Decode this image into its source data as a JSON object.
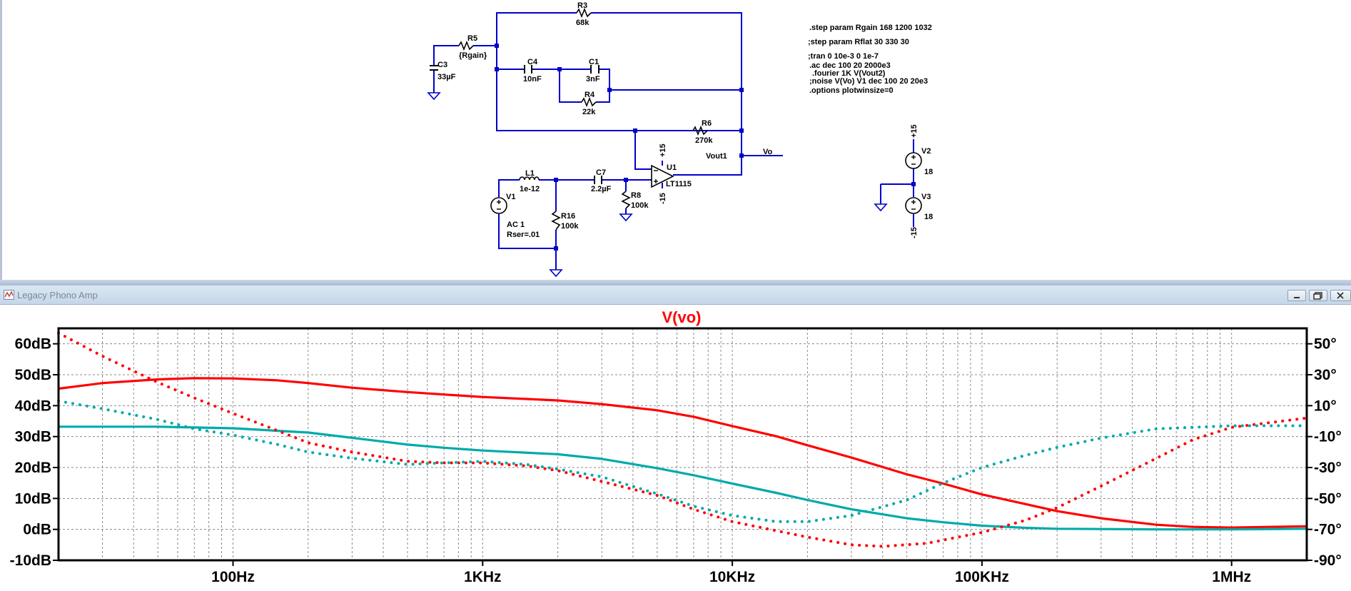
{
  "window": {
    "title": "Legacy Phono Amp"
  },
  "schematic": {
    "components": [
      {
        "ref": "R3",
        "value": "68k"
      },
      {
        "ref": "R5",
        "value": "{Rgain}"
      },
      {
        "ref": "C3",
        "value": "33µF"
      },
      {
        "ref": "C4",
        "value": "10nF"
      },
      {
        "ref": "C1",
        "value": "3nF"
      },
      {
        "ref": "R4",
        "value": "22k"
      },
      {
        "ref": "R6",
        "value": "270k"
      },
      {
        "ref": "L1",
        "value": "1e-12"
      },
      {
        "ref": "C7",
        "value": "2.2µF"
      },
      {
        "ref": "R8",
        "value": "100k"
      },
      {
        "ref": "R16",
        "value": "100k"
      },
      {
        "ref": "V1",
        "value": "AC 1"
      },
      {
        "ref": "U1",
        "value": "LT1115"
      },
      {
        "ref": "V2",
        "value": "18"
      },
      {
        "ref": "V3",
        "value": "18"
      }
    ],
    "v1_rser": "Rser=.01",
    "net_labels": [
      "Vout1",
      "Vo"
    ],
    "supply_labels": {
      "pos": "+15",
      "neg": "-15"
    },
    "directives": [
      ".step param Rgain 168 1200 1032",
      ";step param Rflat 30 330 30",
      ";tran 0 10e-3 0 1e-7",
      ".ac dec 100 20 2000e3",
      ".fourier 1K V(Vout2)",
      ";noise V(Vo) V1 dec 100 20 20e3",
      ".options plotwinsize=0"
    ]
  },
  "chart_data": {
    "type": "line",
    "title": "V(vo)",
    "title_color": "#ff0000",
    "x_scale": "log",
    "xlim": [
      20,
      2000000
    ],
    "x_ticks": [
      {
        "v": 100,
        "label": "100Hz"
      },
      {
        "v": 1000,
        "label": "1KHz"
      },
      {
        "v": 10000,
        "label": "10KHz"
      },
      {
        "v": 100000,
        "label": "100KHz"
      },
      {
        "v": 1000000,
        "label": "1MHz"
      }
    ],
    "ylim": [
      -10,
      65
    ],
    "y_ticks": [
      {
        "v": 60,
        "label": "60dB"
      },
      {
        "v": 50,
        "label": "50dB"
      },
      {
        "v": 40,
        "label": "40dB"
      },
      {
        "v": 30,
        "label": "30dB"
      },
      {
        "v": 20,
        "label": "20dB"
      },
      {
        "v": 10,
        "label": "10dB"
      },
      {
        "v": 0,
        "label": "0dB"
      },
      {
        "v": -10,
        "label": "-10dB"
      }
    ],
    "y2lim": [
      -90,
      60
    ],
    "y2_ticks": [
      {
        "v": 50,
        "label": "50°"
      },
      {
        "v": 30,
        "label": "30°"
      },
      {
        "v": 10,
        "label": "10°"
      },
      {
        "v": -10,
        "label": "-10°"
      },
      {
        "v": -30,
        "label": "-30°"
      },
      {
        "v": -50,
        "label": "-50°"
      },
      {
        "v": -70,
        "label": "-70°"
      },
      {
        "v": -90,
        "label": "-90°"
      }
    ],
    "grid": true,
    "series": [
      {
        "color": "#ff0000",
        "kind": "magnitude",
        "axis": "left",
        "points": [
          [
            20,
            45.5
          ],
          [
            30,
            47.3
          ],
          [
            50,
            48.5
          ],
          [
            70,
            48.9
          ],
          [
            100,
            48.8
          ],
          [
            150,
            48.2
          ],
          [
            200,
            47.3
          ],
          [
            300,
            45.8
          ],
          [
            500,
            44.4
          ],
          [
            700,
            43.6
          ],
          [
            1000,
            42.8
          ],
          [
            2000,
            41.7
          ],
          [
            3000,
            40.5
          ],
          [
            5000,
            38.5
          ],
          [
            7000,
            36.4
          ],
          [
            10000,
            33.4
          ],
          [
            15000,
            30.1
          ],
          [
            20000,
            27.2
          ],
          [
            30000,
            23.2
          ],
          [
            50000,
            17.8
          ],
          [
            70000,
            14.8
          ],
          [
            100000,
            11.3
          ],
          [
            200000,
            5.9
          ],
          [
            300000,
            3.6
          ],
          [
            500000,
            1.5
          ],
          [
            700000,
            0.8
          ],
          [
            1000000,
            0.6
          ],
          [
            2000000,
            1.0
          ]
        ]
      },
      {
        "color": "#00aaaa",
        "kind": "magnitude",
        "axis": "left",
        "points": [
          [
            20,
            33.2
          ],
          [
            50,
            33.2
          ],
          [
            100,
            32.7
          ],
          [
            200,
            31.3
          ],
          [
            300,
            29.6
          ],
          [
            500,
            27.4
          ],
          [
            700,
            26.4
          ],
          [
            1000,
            25.5
          ],
          [
            2000,
            24.3
          ],
          [
            3000,
            22.8
          ],
          [
            5000,
            19.8
          ],
          [
            7000,
            17.5
          ],
          [
            10000,
            14.8
          ],
          [
            15000,
            11.8
          ],
          [
            20000,
            9.5
          ],
          [
            30000,
            6.5
          ],
          [
            50000,
            3.6
          ],
          [
            70000,
            2.3
          ],
          [
            100000,
            1.2
          ],
          [
            150000,
            0.5
          ],
          [
            200000,
            0.2
          ],
          [
            500000,
            0.0
          ],
          [
            1000000,
            0.0
          ],
          [
            2000000,
            0.2
          ]
        ]
      },
      {
        "color": "#ff0000",
        "kind": "phase",
        "axis": "right",
        "points": [
          [
            20,
            57
          ],
          [
            30,
            42
          ],
          [
            50,
            25
          ],
          [
            70,
            15
          ],
          [
            100,
            5
          ],
          [
            150,
            -6
          ],
          [
            200,
            -14
          ],
          [
            300,
            -20
          ],
          [
            500,
            -26
          ],
          [
            700,
            -27
          ],
          [
            1000,
            -27
          ],
          [
            1500,
            -29
          ],
          [
            2000,
            -32
          ],
          [
            3000,
            -39
          ],
          [
            5000,
            -48
          ],
          [
            7000,
            -57
          ],
          [
            10000,
            -65
          ],
          [
            20000,
            -75
          ],
          [
            30000,
            -80
          ],
          [
            40000,
            -81
          ],
          [
            60000,
            -79
          ],
          [
            100000,
            -72
          ],
          [
            150000,
            -64
          ],
          [
            200000,
            -56
          ],
          [
            300000,
            -42
          ],
          [
            500000,
            -24
          ],
          [
            700000,
            -12
          ],
          [
            1000000,
            -4
          ],
          [
            2000000,
            2
          ]
        ]
      },
      {
        "color": "#00aaaa",
        "kind": "phase",
        "axis": "right",
        "points": [
          [
            20,
            13
          ],
          [
            30,
            8
          ],
          [
            50,
            1
          ],
          [
            70,
            -5
          ],
          [
            100,
            -9
          ],
          [
            150,
            -15
          ],
          [
            200,
            -20
          ],
          [
            300,
            -24
          ],
          [
            500,
            -28
          ],
          [
            700,
            -27
          ],
          [
            1000,
            -26
          ],
          [
            1500,
            -28
          ],
          [
            2000,
            -31
          ],
          [
            3000,
            -36
          ],
          [
            5000,
            -47
          ],
          [
            7000,
            -55
          ],
          [
            10000,
            -61
          ],
          [
            15000,
            -65
          ],
          [
            20000,
            -65
          ],
          [
            30000,
            -61
          ],
          [
            50000,
            -51
          ],
          [
            70000,
            -40
          ],
          [
            100000,
            -30
          ],
          [
            150000,
            -22
          ],
          [
            200000,
            -17
          ],
          [
            300000,
            -11
          ],
          [
            500000,
            -5
          ],
          [
            700000,
            -4
          ],
          [
            1000000,
            -3
          ],
          [
            2000000,
            -3
          ]
        ]
      }
    ]
  }
}
